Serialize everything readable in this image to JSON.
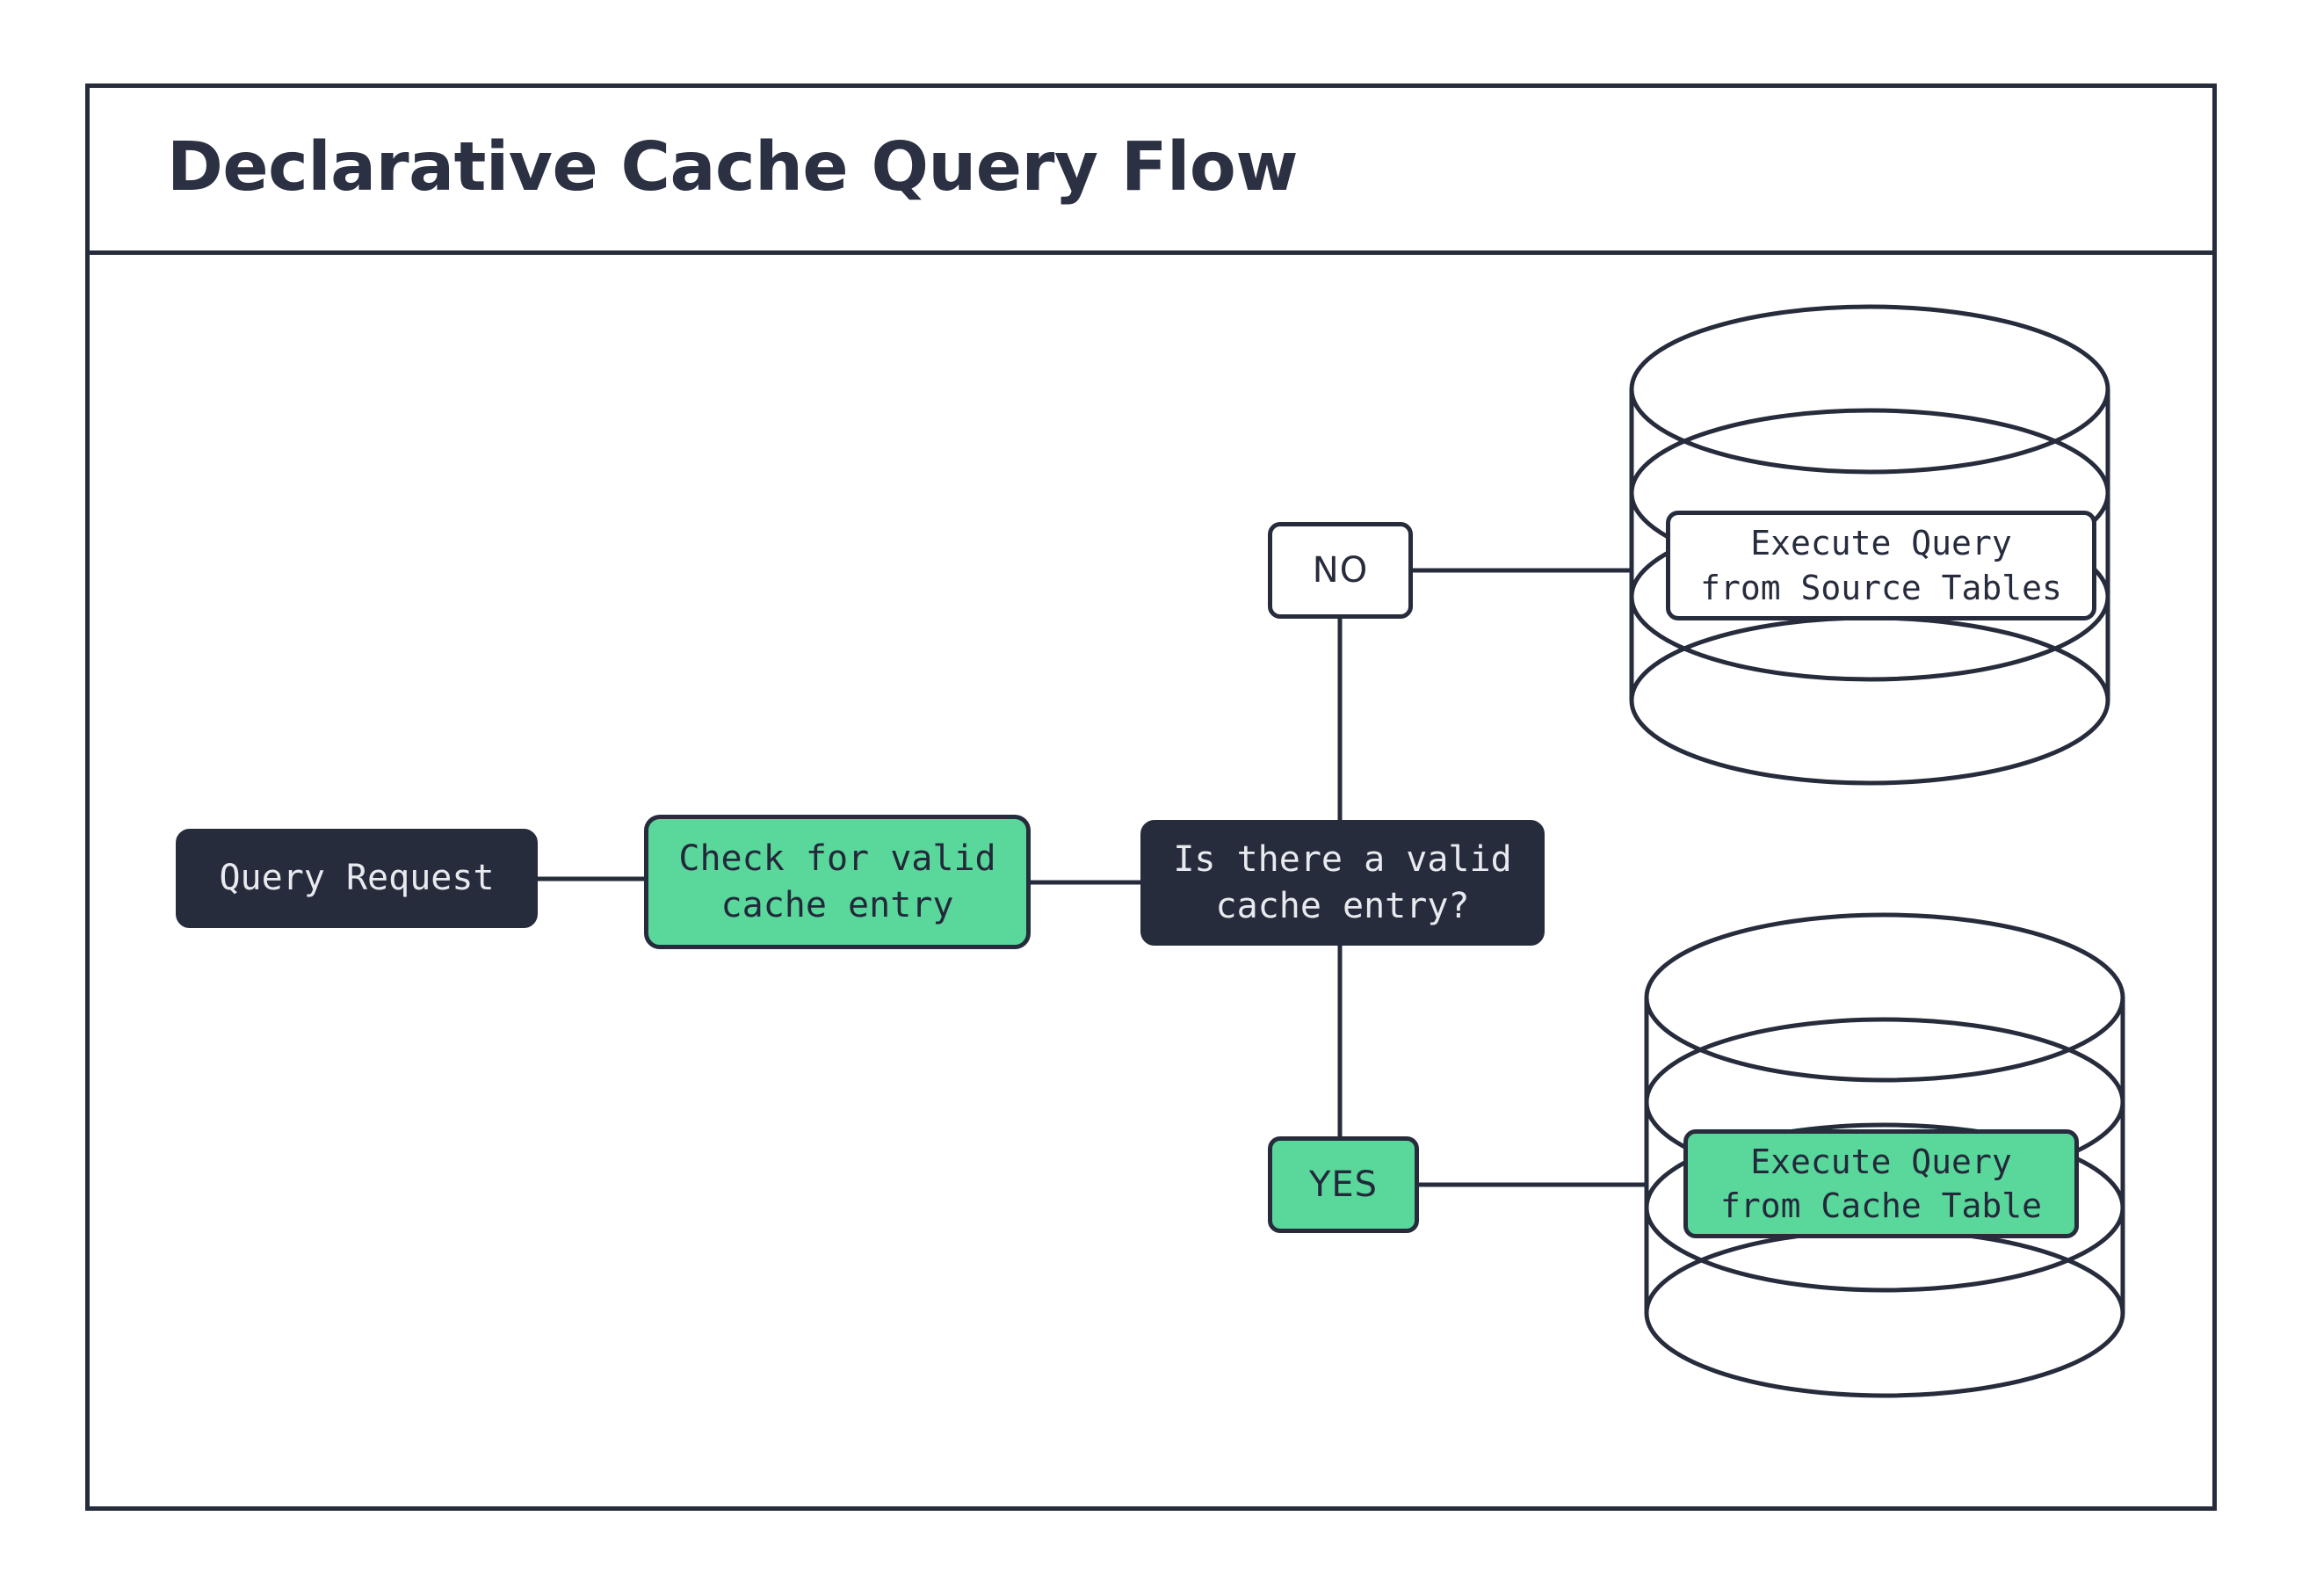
{
  "diagram": {
    "title": "Declarative Cache Query Flow",
    "colors": {
      "ink": "#272c3c",
      "green": "#5ad79b",
      "white": "#ffffff",
      "light_text": "#e9eaef"
    },
    "nodes": [
      {
        "id": "query-request",
        "label": "Query Request",
        "style": "dark",
        "shape": "rounded-rect"
      },
      {
        "id": "check-cache",
        "label": "Check for valid\ncache entry",
        "style": "green",
        "shape": "rounded-rect"
      },
      {
        "id": "decision",
        "label": "Is there a valid\ncache entry?",
        "style": "dark",
        "shape": "rounded-rect"
      },
      {
        "id": "exec-source",
        "label": "Execute Query\nfrom Source Tables",
        "style": "plain",
        "shape": "rounded-rect"
      },
      {
        "id": "exec-cache",
        "label": "Execute Query\nfrom Cache Table",
        "style": "green",
        "shape": "rounded-rect"
      }
    ],
    "branch_labels": [
      {
        "id": "no",
        "label": "NO",
        "style": "plain"
      },
      {
        "id": "yes",
        "label": "YES",
        "style": "green"
      }
    ],
    "databases": [
      {
        "id": "source-tables-db",
        "label": "source-tables-database-cylinder"
      },
      {
        "id": "cache-table-db",
        "label": "cache-table-database-cylinder"
      }
    ],
    "edges": [
      {
        "from": "query-request",
        "to": "check-cache"
      },
      {
        "from": "check-cache",
        "to": "decision"
      },
      {
        "from": "decision",
        "to": "no",
        "direction": "up"
      },
      {
        "from": "no",
        "to": "exec-source",
        "direction": "right"
      },
      {
        "from": "decision",
        "to": "yes",
        "direction": "down"
      },
      {
        "from": "yes",
        "to": "exec-cache",
        "direction": "right"
      }
    ]
  }
}
